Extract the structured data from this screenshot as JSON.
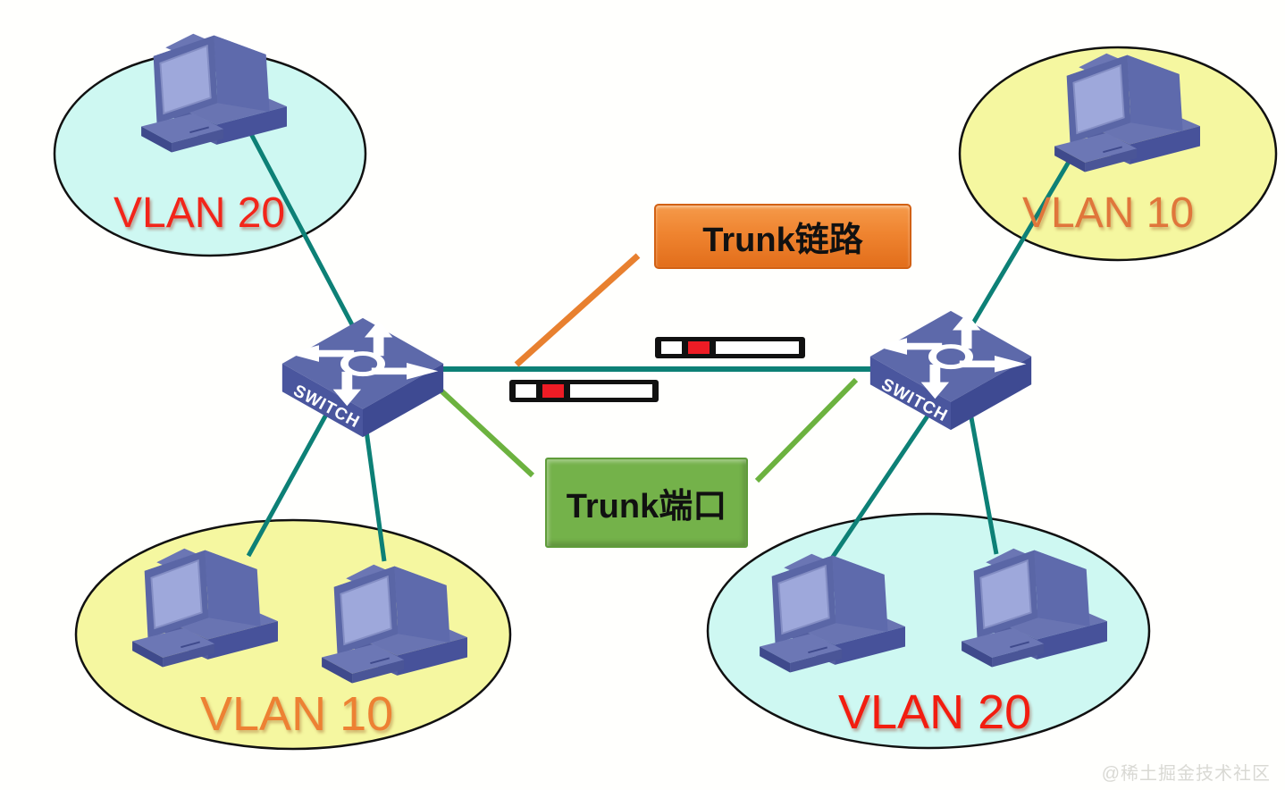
{
  "zones": {
    "top_left": {
      "label": "VLAN 20",
      "fill": "#cef8f2",
      "label_color": "#f2251a"
    },
    "top_right": {
      "label": "VLAN 10",
      "fill": "#f5f7a0",
      "label_color": "#e0763b"
    },
    "bottom_left": {
      "label": "VLAN 10",
      "fill": "#f5f7a0",
      "label_color": "#ed8133"
    },
    "bottom_right": {
      "label": "VLAN 20",
      "fill": "#cef8f2",
      "label_color": "#f21d10"
    }
  },
  "callouts": {
    "trunk_link": "Trunk链路",
    "trunk_port": "Trunk端口"
  },
  "switches": {
    "left_label": "SWITCH",
    "right_label": "SWITCH"
  },
  "watermark": "@稀土掘金技术社区",
  "icons": {
    "computer": "desktop-computer-icon",
    "switch": "switch-crossing-arrows-icon",
    "frame": "vlan-tagged-frame-icon"
  },
  "colors": {
    "background": "#fffffd",
    "ellipse_stroke": "#111111",
    "teal_link": "#0d8076",
    "orange_callout_line": "#e8802f",
    "green_callout_line": "#6cb23f",
    "trunk_link_box": "#ef8430",
    "trunk_port_box": "#74b24a",
    "frame_tag_red": "#ee1c25",
    "frame_body": "#111111",
    "frame_cell": "#ffffff",
    "switch_body": "#5d69aa"
  }
}
